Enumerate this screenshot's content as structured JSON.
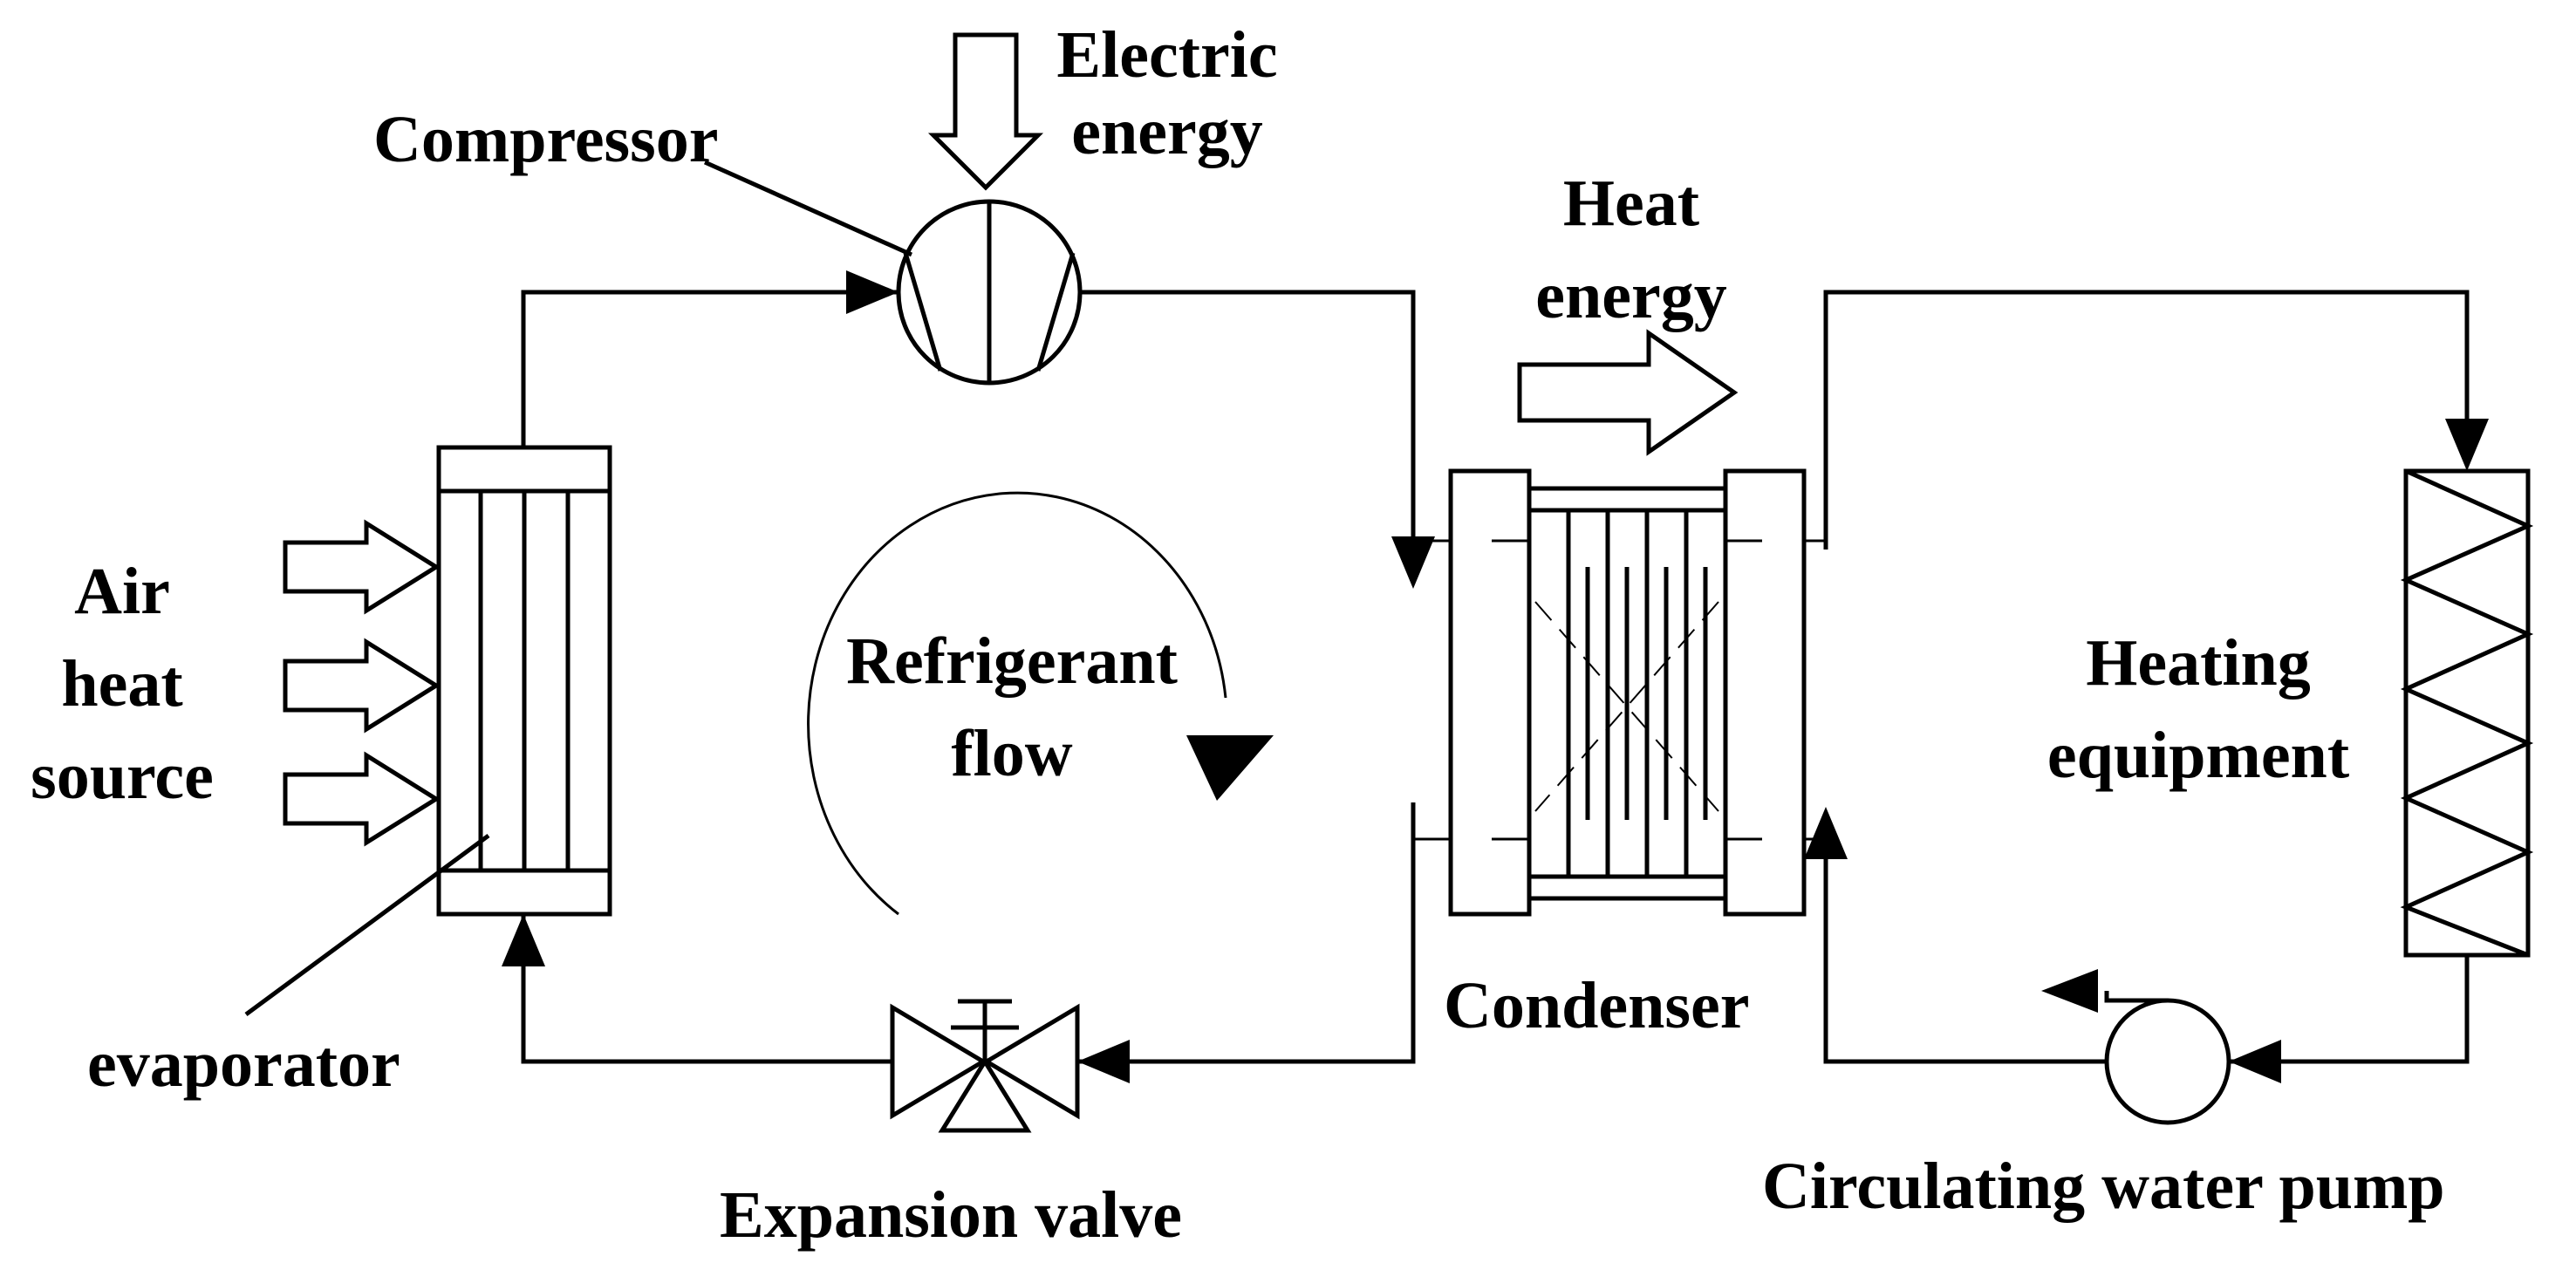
{
  "labels": {
    "compressor": "Compressor",
    "electric_energy": [
      "Electric",
      "energy"
    ],
    "heat_energy": [
      "Heat",
      "energy"
    ],
    "air_heat_source": [
      "Air",
      "heat",
      "source"
    ],
    "refrigerant_flow": [
      "Refrigerant",
      "flow"
    ],
    "evaporator": "evaporator",
    "expansion_valve": "Expansion valve",
    "condenser": "Condenser",
    "heating_equipment": [
      "Heating",
      "equipment"
    ],
    "circulating_water_pump": "Circulating water pump"
  },
  "colors": {
    "stroke": "#000000",
    "background": "#ffffff"
  }
}
